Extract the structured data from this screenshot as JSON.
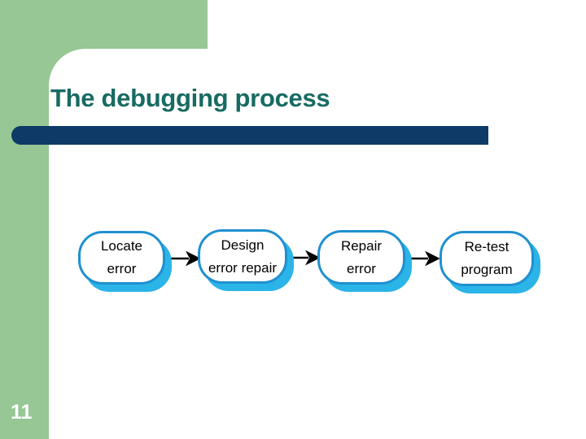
{
  "slide": {
    "title": "The debugging process",
    "page_number": "11"
  },
  "flowchart": {
    "boxes": [
      {
        "line1": "Locate",
        "line2": "error"
      },
      {
        "line1": "Design",
        "line2": "error repair"
      },
      {
        "line1": "Repair",
        "line2": "error"
      },
      {
        "line1": "Re-test",
        "line2": "program"
      }
    ]
  },
  "colors": {
    "background_green": "#96c794",
    "content_white": "#ffffff",
    "title_text_teal": "#176b63",
    "title_bar_navy": "#0e3a67",
    "box_border_blue": "#2090d0",
    "box_shadow_cyan": "#2bb4e8",
    "box_text_black": "#000000",
    "arrow_black": "#000000",
    "page_number_white": "#ffffff"
  }
}
